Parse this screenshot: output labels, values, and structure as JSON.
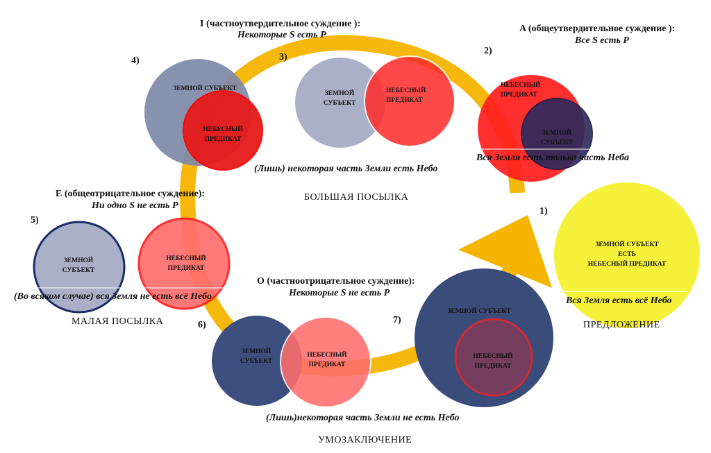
{
  "diagram": {
    "judgments": {
      "A": {
        "title": "A (общеутвердительное суждение ):",
        "formula": "Все S есть P"
      },
      "I": {
        "title": "I (частноутвердительное суждение ):",
        "formula": "Некоторые S есть P"
      },
      "E": {
        "title": "E (общеотрицательное суждение):",
        "formula": "Ни одно S не есть P"
      },
      "O": {
        "title": "O (частноотрицательное суждение):",
        "formula": "Некоторые S не есть P"
      }
    },
    "numbers": [
      "1)",
      "2)",
      "3)",
      "4)",
      "5)",
      "6)",
      "7)"
    ],
    "statements": {
      "s1": "Вся Земля есть всё Небо",
      "s2": "Вся Земля есть только часть Неба",
      "s3": "(Лишь) некоторая часть Земли есть Небо",
      "s5": "(Во всяком случае) вся Земля не есть всё Небо",
      "s6": "(Лишь)некоторая часть Земли не есть Небо"
    },
    "captions": {
      "major": "БОЛЬШАЯ ПОСЫЛКА",
      "minor": "МАЛАЯ ПОСЫЛКА",
      "proposition": "ПРЕДЛОЖЕНИЕ",
      "conclusion": "УМОЗАКЛЮЧЕНИЕ"
    },
    "circle_labels": {
      "subject_line": "ЗЕМНОЙ СУБЪЕКТ",
      "subject_split": "ЗЕМНОЙ\nСУБЪЕКТ",
      "predicate_split": "НЕБЕСНЫЙ\nПРЕДИКАТ",
      "subject_split_upper": "ЗЕМНОЙ\nСУБЪЕКТ",
      "identity": "ЗЕМНОЙ СУБЪЕКТ\nЕСТЬ\nНЕБЕСНЫЙ ПРЕДИКАТ"
    },
    "colors": {
      "arrow": "#f5b400",
      "yellow": "#f5f03a",
      "red": "#ff1f1f",
      "slate": "#7d89a8",
      "navy": "#2b3f6e",
      "pink": "#ff6e6e"
    }
  }
}
